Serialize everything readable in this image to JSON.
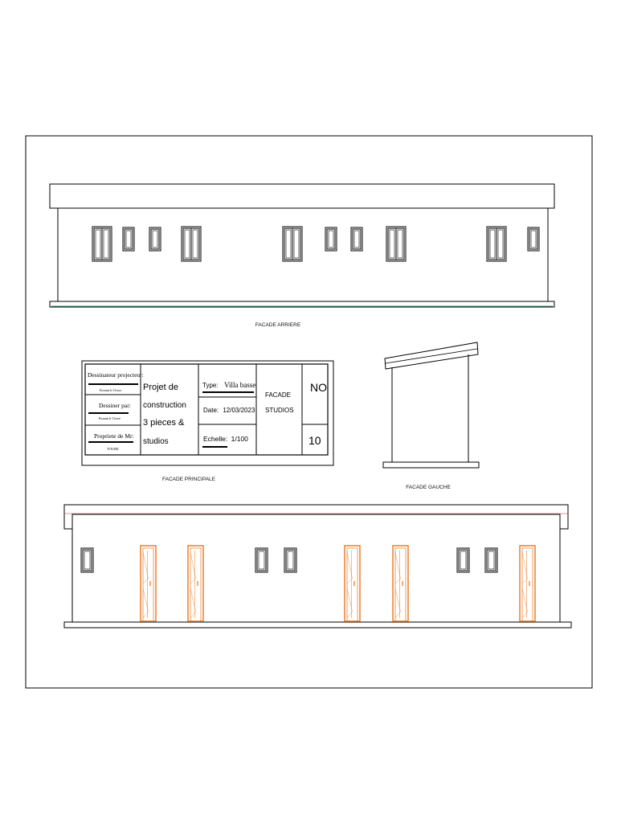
{
  "drawing": {
    "colors": {
      "line": "#000000",
      "door": "#e8761f",
      "ground_accent": "#3aa58a"
    },
    "labels": {
      "rear": "FACADE ARRIERE",
      "main": "FACADE PRINCIPALE",
      "left": "FACADE GAUCHE"
    }
  },
  "title_block": {
    "designer_label": "Dessinateur projecteur:",
    "designer_name": "Konan k Ocsre",
    "drawn_by_label": "Dessiner par:",
    "drawn_by_name": "Konan k Ocsre",
    "owner_label": "Propriete de Mr:",
    "owner_name": "TOURE",
    "project_line1": "Projet de",
    "project_line2": "construction",
    "project_line3": "3 pieces &",
    "project_line4": "studios",
    "type_label": "Type:",
    "type_value": "Villa basse",
    "date_label": "Date:",
    "date_value": "12/03/2023",
    "scale_label": "Echelle:",
    "scale_value": "1/100",
    "sheet_title_line1": "FACADE",
    "sheet_title_line2": "STUDIOS",
    "no_label": "NO",
    "no_value": "10"
  }
}
